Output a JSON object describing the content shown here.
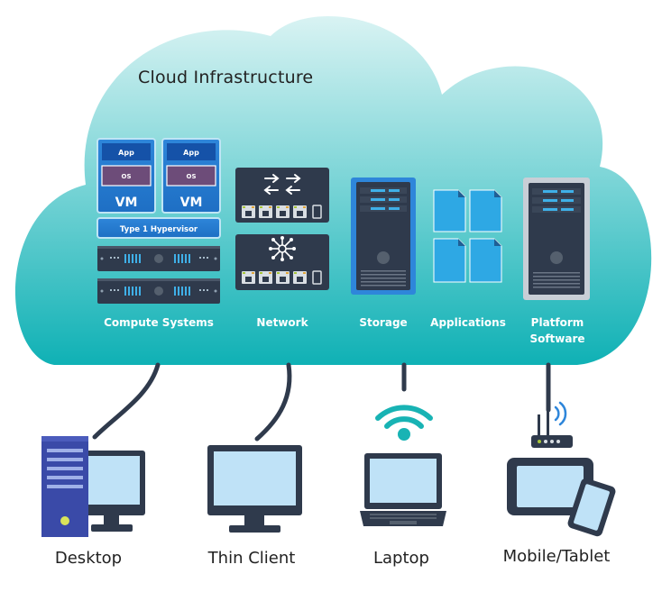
{
  "title": "Cloud Infrastructure",
  "compute": {
    "app_label": "App",
    "os_label": "OS",
    "vm_label": "VM",
    "hypervisor_label": "Type 1 Hypervisor",
    "label": "Compute Systems"
  },
  "categories": {
    "network": "Network",
    "storage": "Storage",
    "applications": "Applications",
    "platform_line1": "Platform",
    "platform_line2": "Software"
  },
  "devices": {
    "desktop": "Desktop",
    "thin_client": "Thin Client",
    "laptop": "Laptop",
    "mobile_tablet": "Mobile/Tablet"
  },
  "colors": {
    "cloud_top": "#d7f2f3",
    "cloud_bottom": "#10b2b6",
    "navy": "#2f3a4c",
    "screen": "#bfe2f7",
    "blue": "#2a7ed6",
    "wifi": "#18b3b4"
  }
}
